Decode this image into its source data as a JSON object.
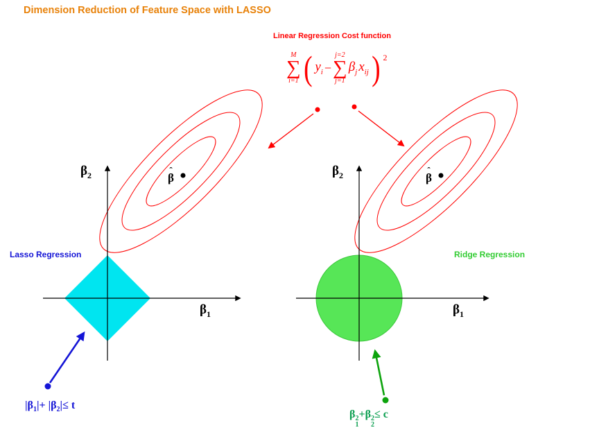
{
  "title": "Dimension Reduction of Feature Space with LASSO",
  "cost_function": {
    "label": "Linear Regression Cost function",
    "formula": {
      "sum_outer_top": "M",
      "sum_outer_symbol": "∑",
      "sum_outer_bottom": "i=1",
      "open_paren": "(",
      "y_var": "y",
      "y_sub": "i",
      "minus": "−",
      "sum_inner_top": "j=2",
      "sum_inner_symbol": "∑",
      "sum_inner_bottom": "j=1",
      "beta_var": "β",
      "beta_sub": "j",
      "x_var": "x",
      "x_sub": "ij",
      "close_paren": ")",
      "exponent": "2"
    }
  },
  "left_plot": {
    "name": "Lasso Regression",
    "y_axis": {
      "symbol": "β",
      "subscript": "2"
    },
    "x_axis": {
      "symbol": "β",
      "subscript": "1"
    },
    "optimum": {
      "hat": "ˆ",
      "symbol": "β"
    },
    "constraint": {
      "p1": "|β",
      "s1": "1",
      "p2": "|+ |β",
      "s2": "2",
      "p3": "|≤ t"
    }
  },
  "right_plot": {
    "name": "Ridge Regression",
    "y_axis": {
      "symbol": "β",
      "subscript": "2"
    },
    "x_axis": {
      "symbol": "β",
      "subscript": "1"
    },
    "optimum": {
      "hat": "ˆ",
      "symbol": "β"
    },
    "constraint": {
      "b1": "β",
      "s1": "1",
      "e1": "2",
      "plus": "+",
      "b2": "β",
      "s2": "2",
      "e2": "2",
      "rel": "≤ c"
    }
  },
  "colors": {
    "title_orange": "#E8820A",
    "contour_red": "#FF0000",
    "lasso_blue": "#1414D6",
    "diamond_cyan": "#00E5F0",
    "circle_green": "#57E657",
    "ridge_label_green": "#33CC33",
    "arrow_green": "#0CA30C",
    "ridge_formula_green": "#0A9E4F"
  }
}
